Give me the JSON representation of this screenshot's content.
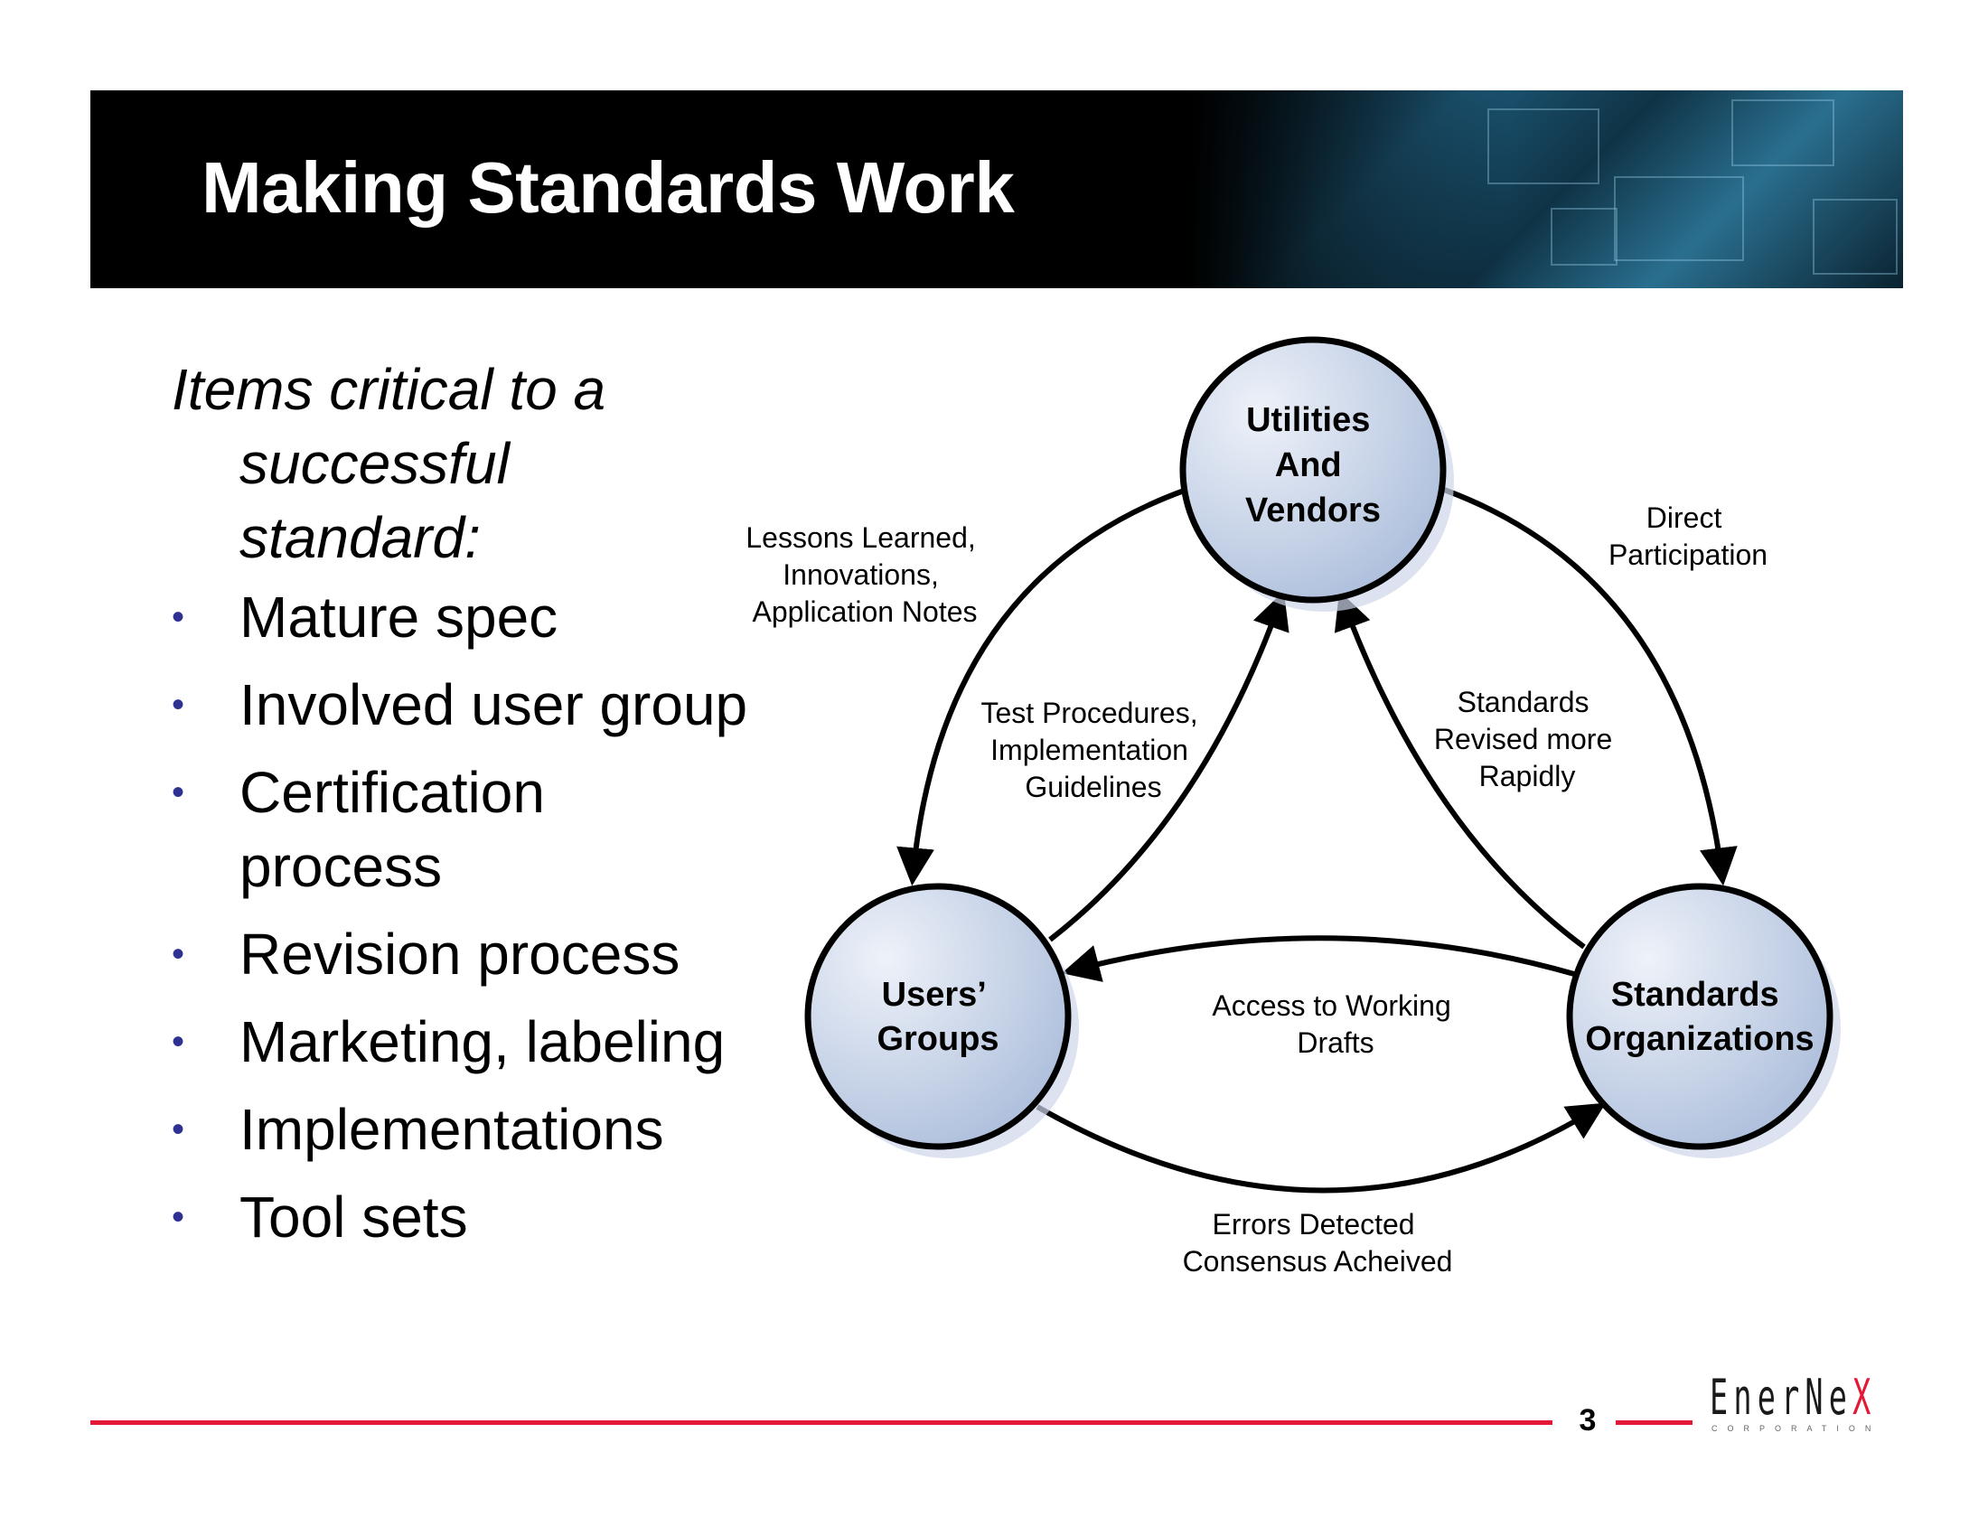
{
  "slide": {
    "title": "Making Standards Work",
    "intro": "Items critical to a successful standard:",
    "bullets": [
      "Mature spec",
      "Involved user group",
      "Certification process",
      "Revision process",
      "Marketing, labeling",
      "Implementations",
      "Tool sets"
    ],
    "page_number": "3"
  },
  "diagram": {
    "nodes": {
      "utilities": [
        "Utilities",
        "And",
        "Vendors"
      ],
      "users": [
        "Users’",
        "Groups"
      ],
      "standards": [
        "Standards",
        "Organizations"
      ]
    },
    "edge_labels": {
      "lessons": [
        "Lessons Learned,",
        "Innovations,",
        "Application Notes"
      ],
      "direct": [
        "Direct",
        "Participation"
      ],
      "test": [
        "Test Procedures,",
        "Implementation",
        "Guidelines"
      ],
      "revised": [
        "Standards",
        "Revised more",
        "Rapidly"
      ],
      "access": [
        "Access to Working",
        "Drafts"
      ],
      "errors": [
        "Errors Detected",
        "Consensus Acheived"
      ]
    }
  },
  "logo": {
    "word_main": "EnerNe",
    "word_x": "X",
    "subtitle": "CORPORATION"
  },
  "colors": {
    "title_bar": "#000000",
    "bullet": "#2e3192",
    "node_fill_light": "#e6ecf6",
    "node_fill_dark": "#aebfdc",
    "footer_red": "#e31837"
  }
}
